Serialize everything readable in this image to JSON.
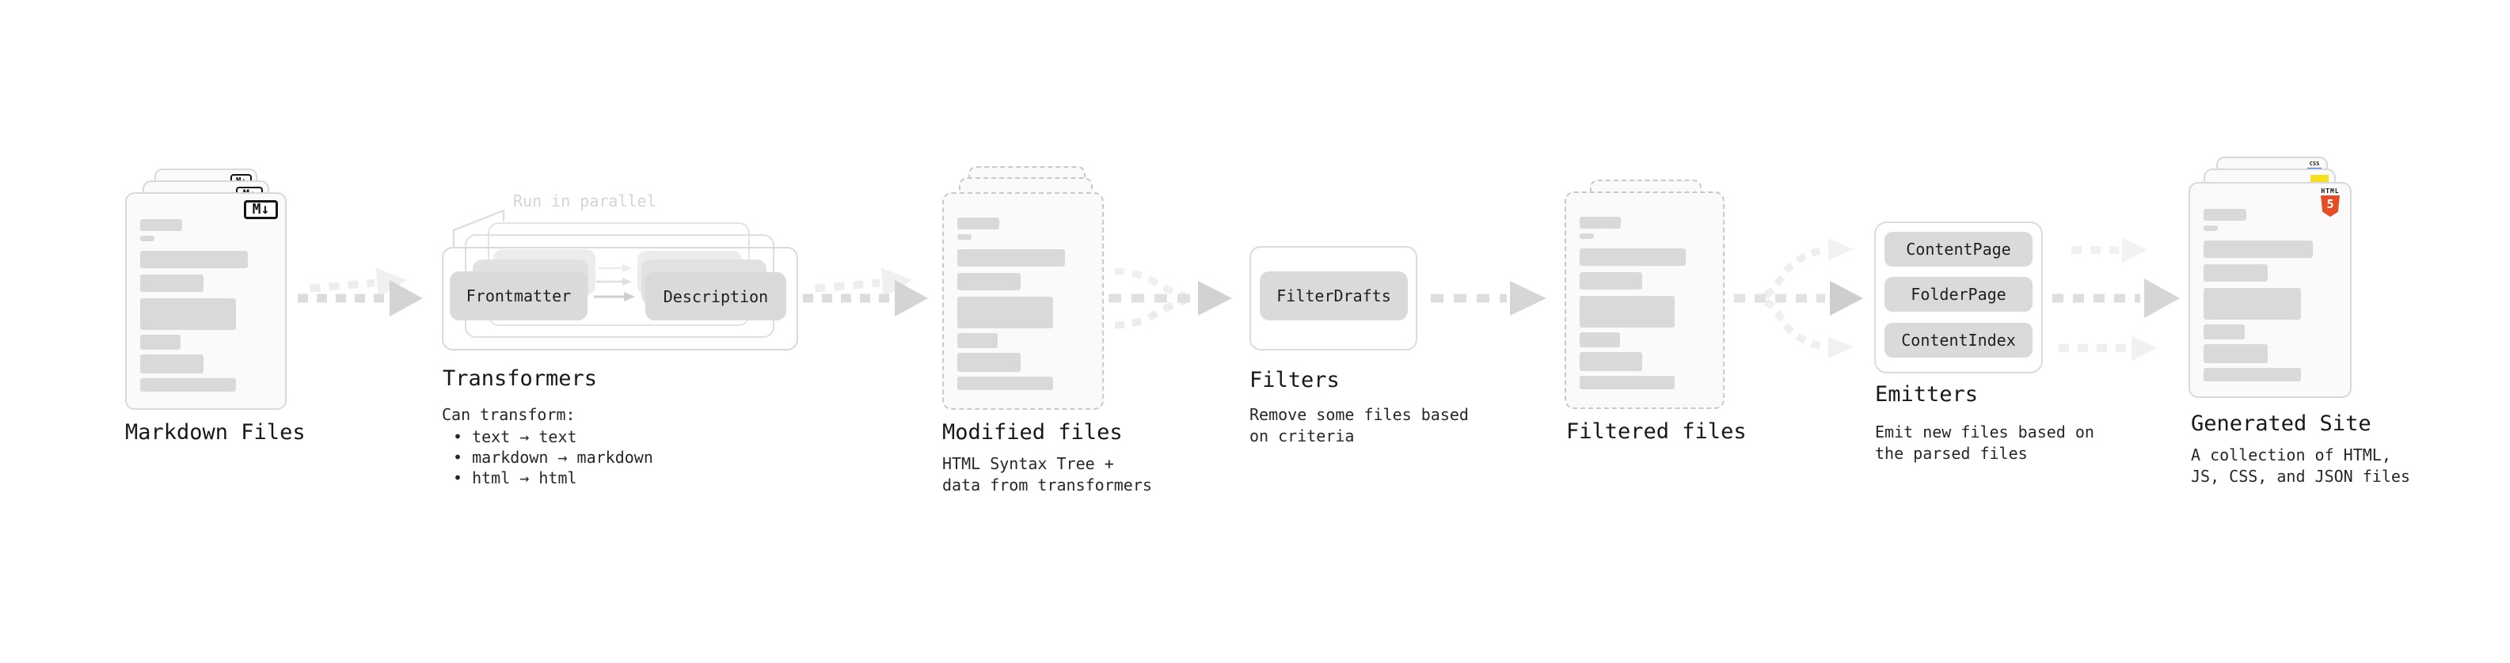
{
  "colors": {
    "background": "#ffffff",
    "card_fill": "#fafafa",
    "card_border": "#d9d9d9",
    "dashed_border": "#c9c9c9",
    "content_bar": "#d9d9d9",
    "chip_fill": "#dadada",
    "arrow_main": "#d4d4d4",
    "arrow_ghost": "#efefef",
    "title_text": "#18181b",
    "body_text": "#27272a",
    "muted_text": "#d4d4d4",
    "html5_orange": "#e44d26",
    "js_yellow": "#f7df1e",
    "css_blue": "#2965f1"
  },
  "markdown": {
    "title": "Markdown Files",
    "file_icon": "M↓"
  },
  "transformers": {
    "title": "Transformers",
    "note": "Run in parallel",
    "left_chip": "Frontmatter",
    "right_chip": "Description",
    "caption": "Can transform:",
    "bullets": [
      "• text → text",
      "• markdown → markdown",
      "• html → html"
    ]
  },
  "modified": {
    "title": "Modified files",
    "caption_lines": [
      "HTML Syntax Tree +",
      "data from transformers"
    ]
  },
  "filters": {
    "title": "Filters",
    "chip": "FilterDrafts",
    "caption_lines": [
      "Remove some files based",
      "on criteria"
    ]
  },
  "filtered": {
    "title": "Filtered files"
  },
  "emitters": {
    "title": "Emitters",
    "chips": [
      "ContentPage",
      "FolderPage",
      "ContentIndex"
    ],
    "caption_lines": [
      "Emit new files based on",
      "the parsed files"
    ]
  },
  "generated": {
    "title": "Generated Site",
    "caption_lines": [
      "A collection of HTML,",
      "JS, CSS, and JSON files"
    ],
    "html_icon_label": "HTML",
    "html_icon_number": "5",
    "css_icon_label": "CSS"
  }
}
